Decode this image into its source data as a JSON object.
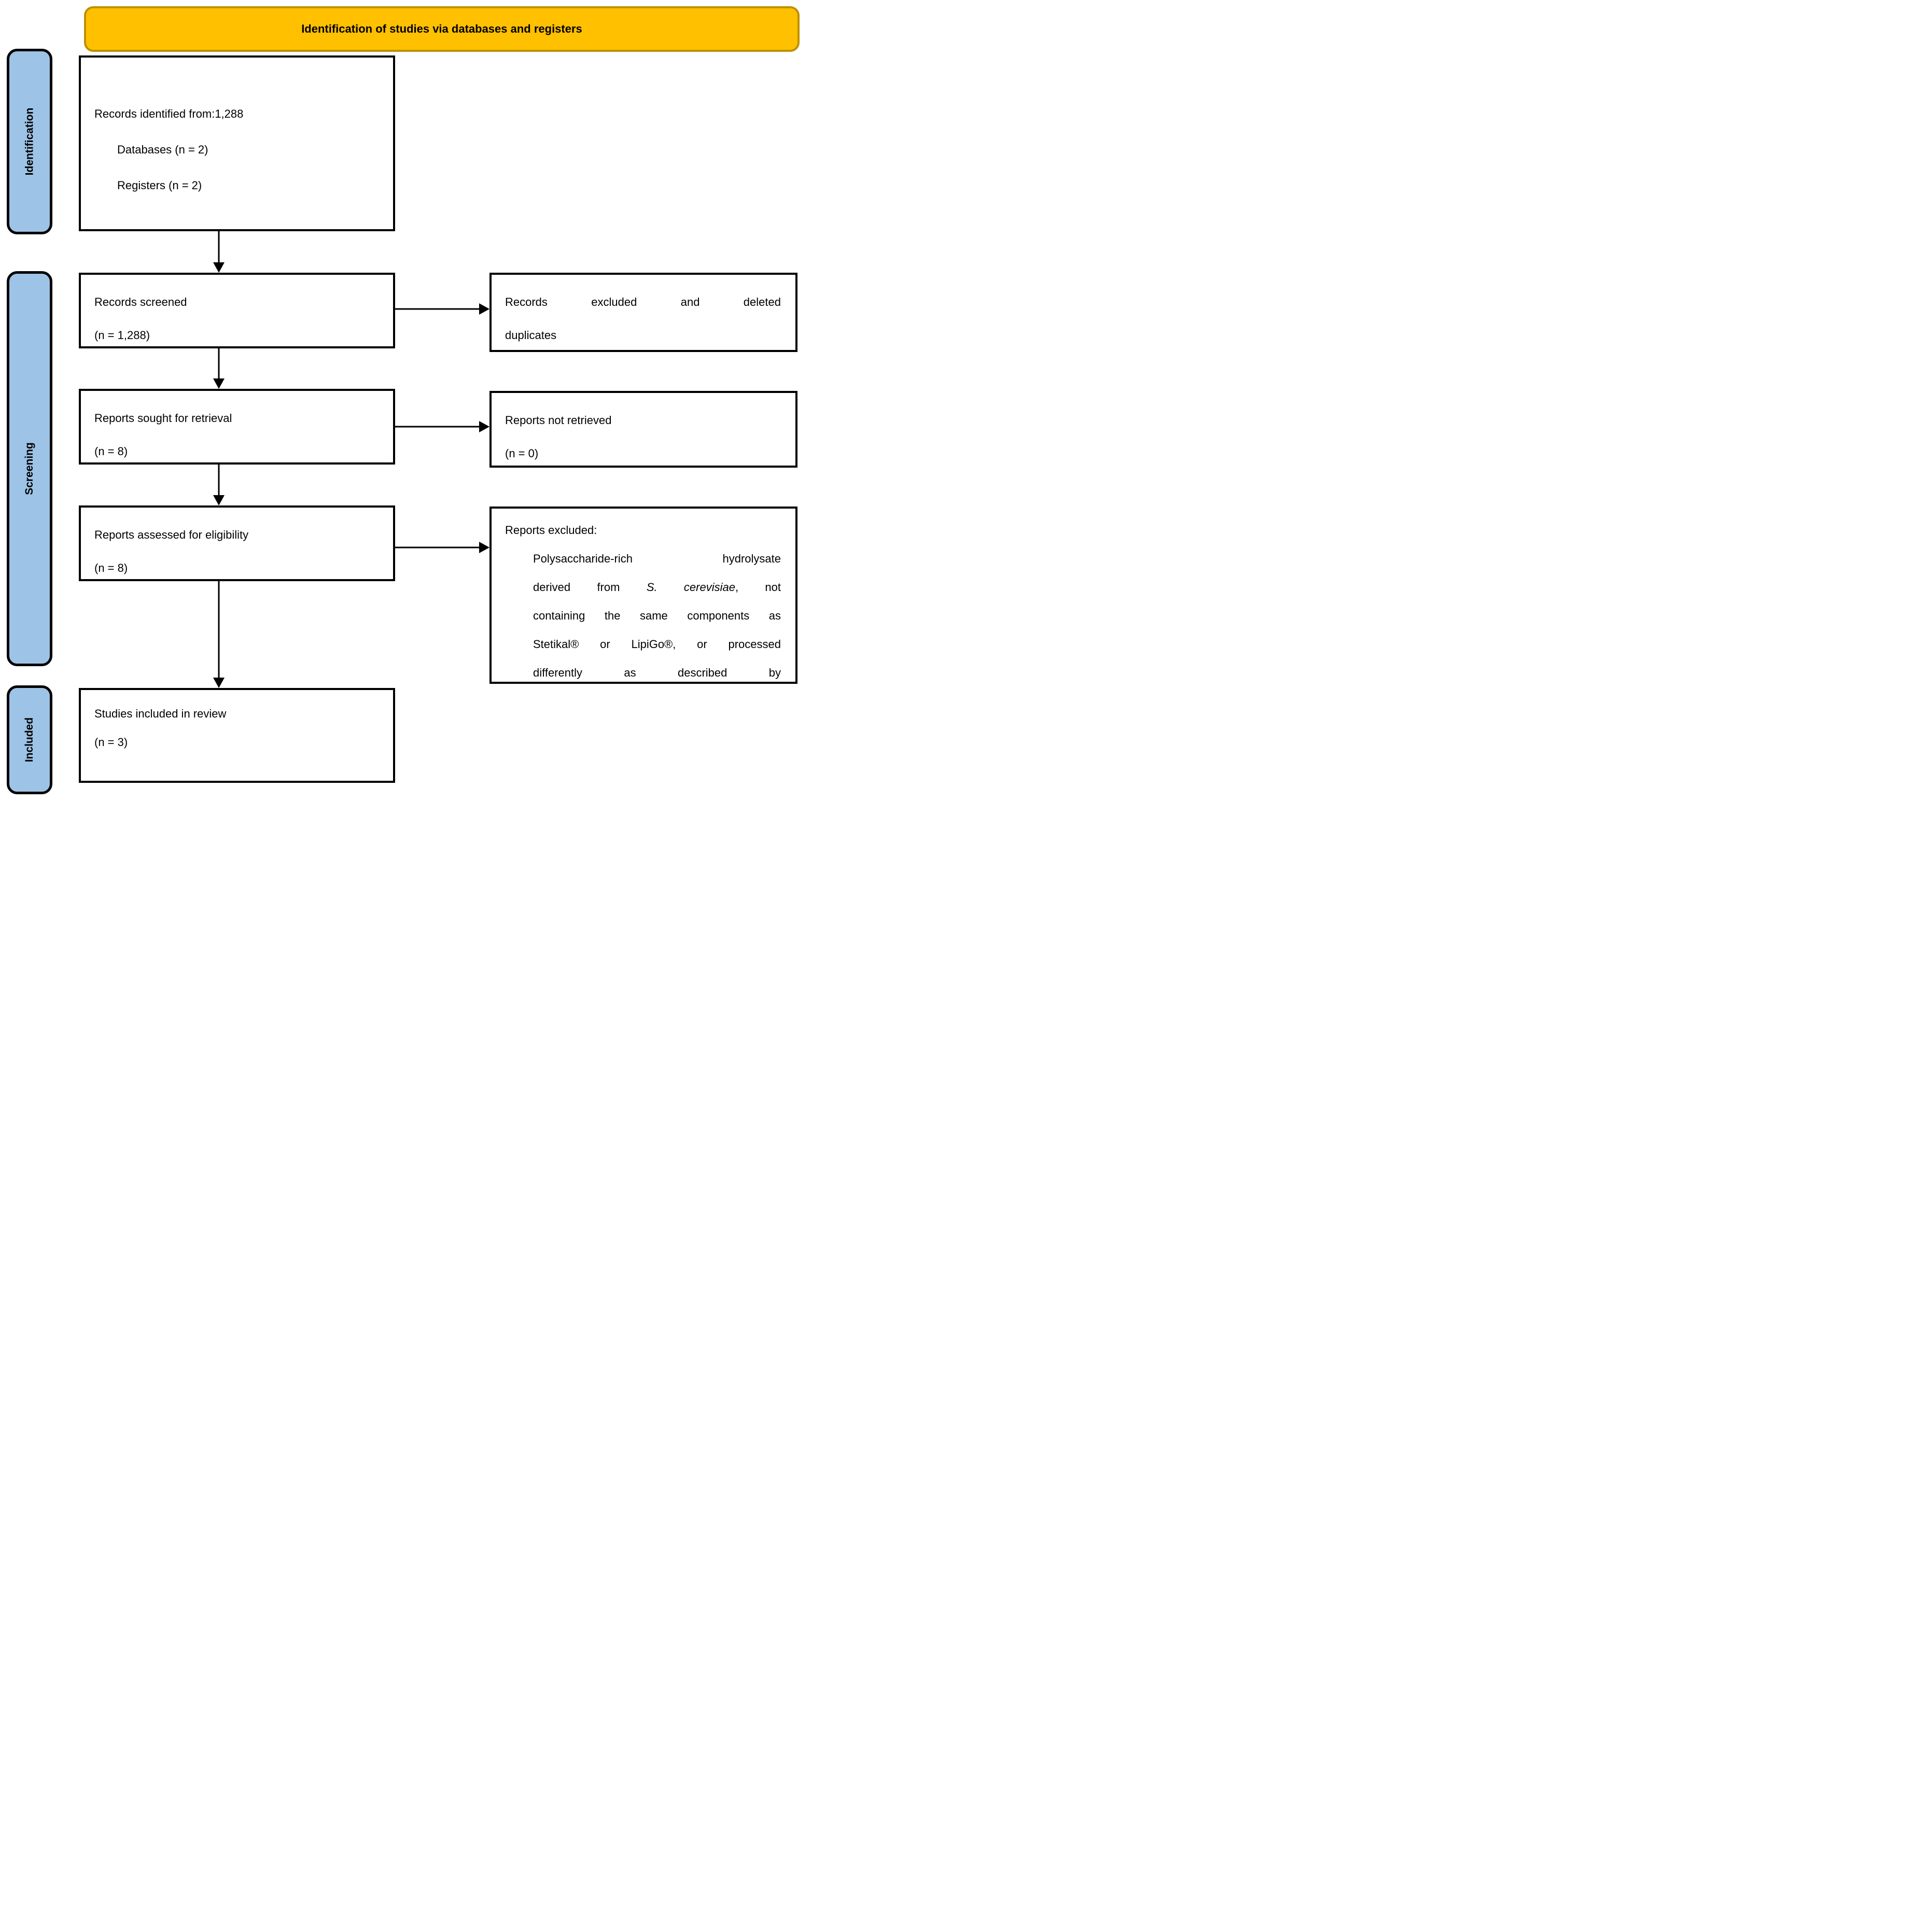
{
  "banner": {
    "title": "Identification of studies via databases and registers",
    "bg_color": "#FFC000",
    "border_color": "#BF9000"
  },
  "sidebar": {
    "bg_color": "#9DC3E6",
    "items": [
      {
        "label": "Identification"
      },
      {
        "label": "Screening"
      },
      {
        "label": "Included"
      }
    ]
  },
  "flow": {
    "records_identified": {
      "line1": "Records identified from:1,288",
      "line2": "Databases (n = 2)",
      "line3": "Registers (n = 2)"
    },
    "records_screened": {
      "line1": "Records screened",
      "line2": "(n = 1,288)"
    },
    "reports_sought": {
      "line1": "Reports sought for retrieval",
      "line2": "(n = 8)"
    },
    "reports_assessed": {
      "line1": "Reports assessed for eligibility",
      "line2": "(n = 8)"
    },
    "studies_included": {
      "line1": "Studies included in review",
      "line2": "(n = 3)"
    }
  },
  "side_boxes": {
    "records_excluded": {
      "line1": "Records excluded and deleted",
      "line2": "duplicates"
    },
    "reports_not_retrieved": {
      "line1": "Reports not retrieved",
      "line2": "(n = 0)"
    },
    "reports_excluded": {
      "heading": "Reports excluded:",
      "reason_line1": "Polysaccharide-rich hydrolysate",
      "reason_line2_pre": "derived from ",
      "reason_line2_italic": "S. cerevisiae",
      "reason_line2_post": ", not",
      "reason_line3": "containing the same components as",
      "reason_line4": "Stetikal® or LipiGo®, or processed",
      "reason_line5": "differently as described by"
    }
  }
}
